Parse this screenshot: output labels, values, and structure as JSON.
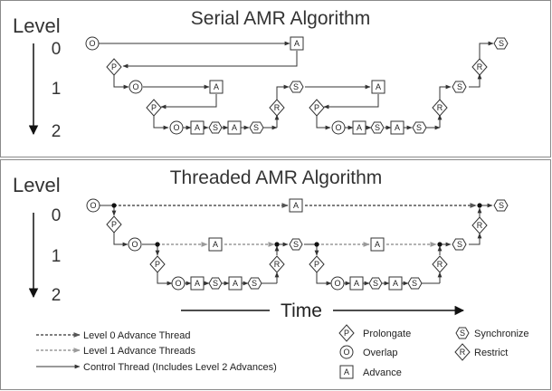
{
  "serial": {
    "title": "Serial AMR Algorithm",
    "level_word": "Level",
    "levels": [
      "0",
      "1",
      "2"
    ]
  },
  "threaded": {
    "title": "Threaded AMR Algorithm",
    "level_word": "Level",
    "levels": [
      "0",
      "1",
      "2"
    ]
  },
  "time_label": "Time",
  "glyphs": {
    "overlap": "O",
    "advance": "A",
    "prolongate": "P",
    "restrict": "R",
    "synchronize": "S"
  },
  "legend": {
    "lines": [
      {
        "label": "Level 0 Advance Thread",
        "style": "dashed-dark"
      },
      {
        "label": "Level 1 Advance Threads",
        "style": "dashed-light"
      },
      {
        "label": "Control Thread (Includes Level 2 Advances)",
        "style": "solid"
      }
    ],
    "symbols": [
      {
        "symbol": "P",
        "shape": "diamond",
        "label": "Prolongate"
      },
      {
        "symbol": "S",
        "shape": "hexagon",
        "label": "Synchronize"
      },
      {
        "symbol": "O",
        "shape": "circle",
        "label": "Overlap"
      },
      {
        "symbol": "R",
        "shape": "diamond",
        "label": "Restrict"
      },
      {
        "symbol": "A",
        "shape": "square",
        "label": "Advance"
      }
    ]
  },
  "colors": {
    "border": "#8a8a8a",
    "line": "#333333",
    "level0_thread": "#555555",
    "level1_thread": "#9a9a9a"
  }
}
